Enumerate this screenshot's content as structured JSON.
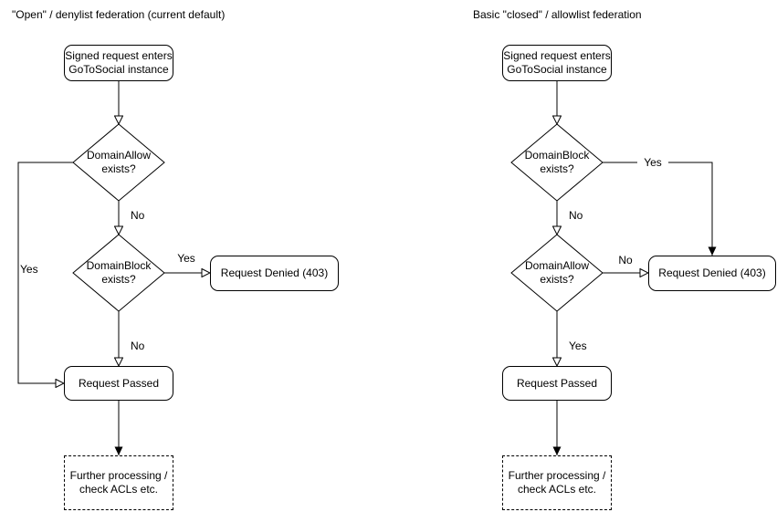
{
  "left": {
    "title": "\"Open\" / denylist federation (current default)",
    "nodes": {
      "start": "Signed request enters\nGoToSocial instance",
      "decision1": "DomainAllow\nexists?",
      "decision2": "DomainBlock\nexists?",
      "denied": "Request Denied (403)",
      "passed": "Request Passed",
      "further": "Further processing /\ncheck ACLs etc."
    },
    "edge_labels": {
      "d1_yes": "Yes",
      "d1_no": "No",
      "d2_yes": "Yes",
      "d2_no": "No"
    }
  },
  "right": {
    "title": "Basic \"closed\" / allowlist federation",
    "nodes": {
      "start": "Signed request enters\nGoToSocial instance",
      "decision1": "DomainBlock\nexists?",
      "decision2": "DomainAllow\nexists?",
      "denied": "Request Denied (403)",
      "passed": "Request Passed",
      "further": "Further processing /\ncheck ACLs etc."
    },
    "edge_labels": {
      "d1_yes": "Yes",
      "d1_no": "No",
      "d2_no": "No",
      "d2_yes": "Yes"
    }
  },
  "colors": {
    "stroke": "#000000",
    "node_fill": "#ffffff",
    "background": "#ffffff",
    "text": "#000000"
  }
}
